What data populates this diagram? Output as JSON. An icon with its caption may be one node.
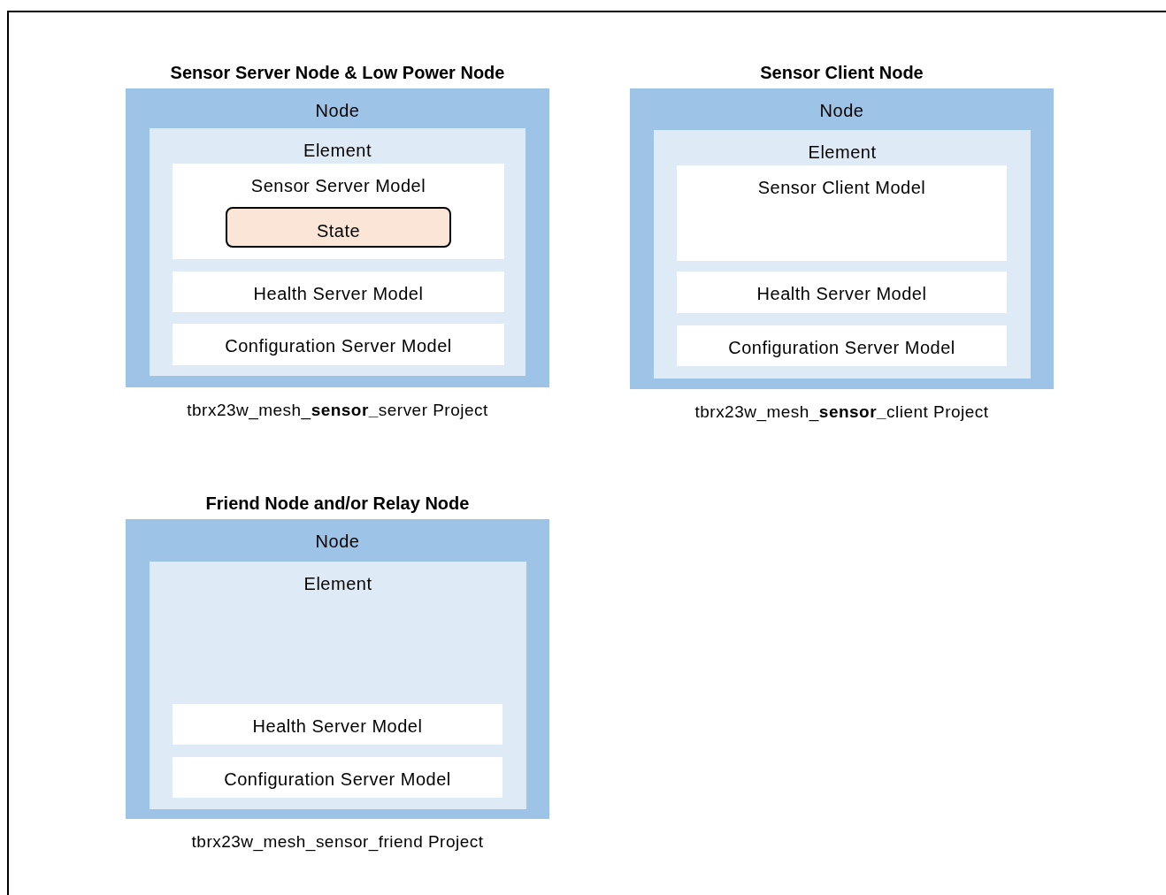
{
  "diagram": {
    "nodes": [
      {
        "text": [
          "Sensor Server Node & Low Power Node",
          "Node"
        ],
        "beside": [
          "tbrx23w_mesh_**sensor_**server Project"
        ]
      },
      {
        "text": [
          "Element"
        ],
        "in": 0
      },
      {
        "text": [
          "Sensor Server Model"
        ],
        "in": 1
      },
      {
        "text": [
          "State"
        ],
        "in": 2
      },
      {
        "text": [
          "Health Server Model"
        ],
        "in": 1
      },
      {
        "text": [
          "Configuration Server Model"
        ],
        "in": 1
      },
      {
        "text": [
          "Sensor Client Node",
          "Node"
        ],
        "beside": [
          "tbrx23w_mesh_**sensor_**client Project"
        ]
      },
      {
        "text": [
          "Element"
        ],
        "in": 6
      },
      {
        "text": [
          "Sensor Client Model"
        ],
        "in": 7
      },
      {
        "text": [
          "Health Server Model"
        ],
        "in": 7
      },
      {
        "text": [
          "Configuration Server Model"
        ],
        "in": 7
      },
      {
        "text": [
          "Friend Node and/or Relay Node",
          "Node"
        ],
        "beside": [
          "tbrx23w_mesh_sensor_friend Project"
        ]
      },
      {
        "text": [
          "Element"
        ],
        "in": 11
      },
      {
        "text": [
          "Health Server Model"
        ],
        "in": 12
      },
      {
        "text": [
          "Configuration Server Model"
        ],
        "in": 12
      }
    ],
    "edges": []
  }
}
